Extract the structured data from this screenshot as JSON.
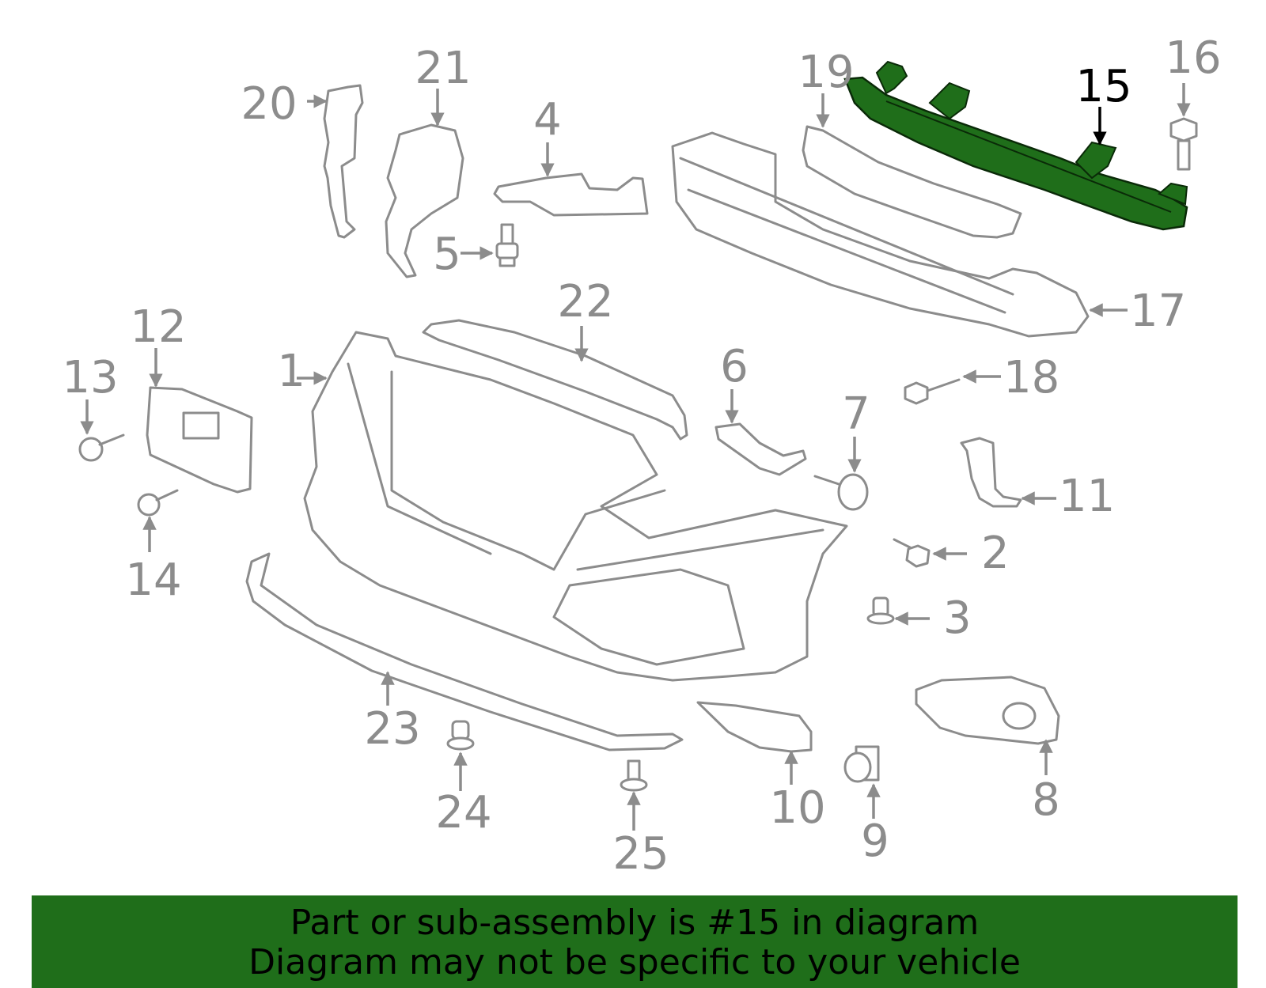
{
  "diagram": {
    "highlight_color": "#1f6e1a",
    "callouts": [
      "1",
      "2",
      "3",
      "4",
      "5",
      "6",
      "7",
      "8",
      "9",
      "10",
      "11",
      "12",
      "13",
      "14",
      "15",
      "16",
      "17",
      "18",
      "19",
      "20",
      "21",
      "22",
      "23",
      "24",
      "25"
    ],
    "highlighted_callout": "15"
  },
  "banner": {
    "background": "#1f6e1a",
    "line1": "Part or sub-assembly is #15 in diagram",
    "line2": "Diagram may not be specific to your vehicle"
  }
}
